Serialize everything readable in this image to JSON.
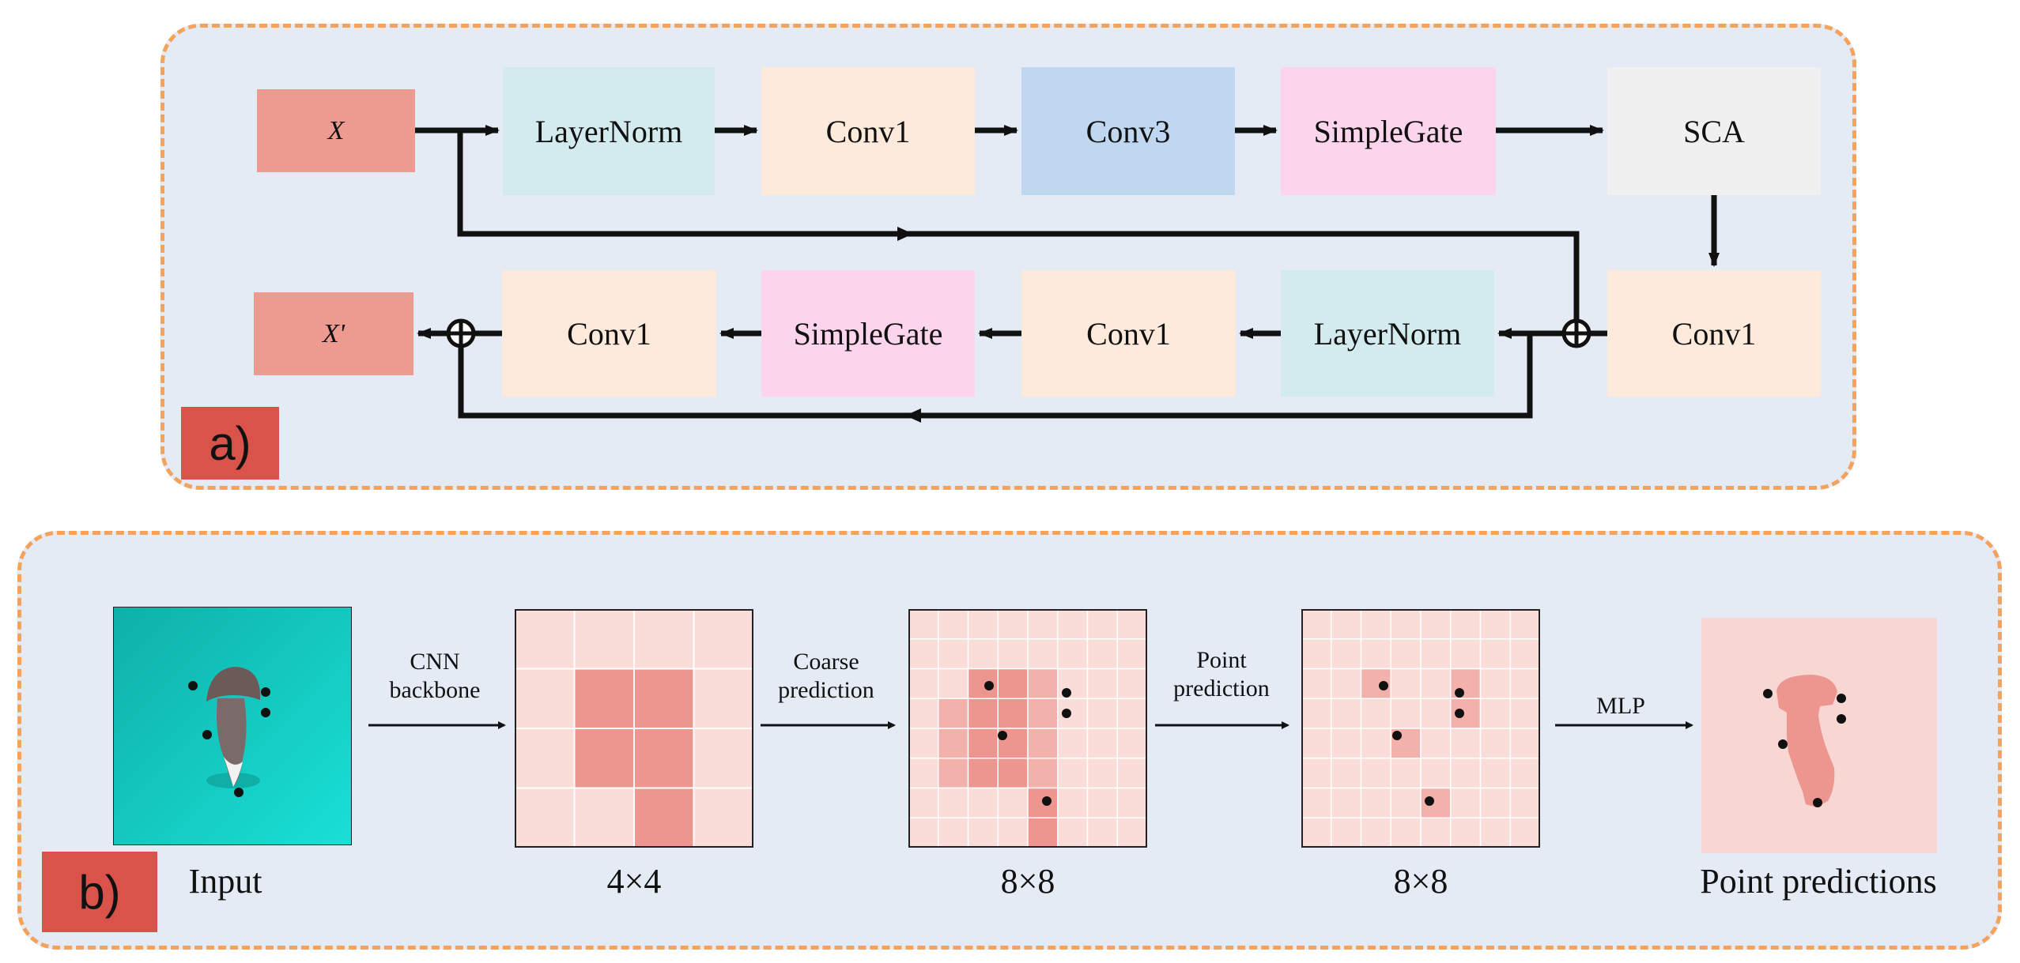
{
  "panel_a": {
    "tag": "a)",
    "top_row": {
      "input": "X",
      "layernorm": "LayerNorm",
      "conv1": "Conv1",
      "conv3": "Conv3",
      "simplegate": "SimpleGate",
      "sca": "SCA"
    },
    "bottom_row": {
      "output": "X'",
      "conv1_out": "Conv1",
      "simplegate": "SimpleGate",
      "conv1_mid": "Conv1",
      "layernorm": "LayerNorm",
      "conv1_right": "Conv1"
    }
  },
  "panel_b": {
    "tag": "b)",
    "arrows": {
      "cnn_backbone": "CNN\nbackbone",
      "coarse_prediction": "Coarse\nprediction",
      "point_prediction": "Point\nprediction",
      "mlp": "MLP"
    },
    "captions": {
      "input": "Input",
      "grid4": "4×4",
      "grid8a": "8×8",
      "grid8b": "8×8",
      "point_predictions": "Point predictions"
    }
  },
  "colors": {
    "panel_bg": "#e4ebf5",
    "panel_border": "#f4a25c",
    "x_box": "#ed9a90",
    "layernorm": "#d3ebee",
    "conv1": "#fdeadb",
    "conv3": "#bfd7f0",
    "simplegate": "#fcd5ec",
    "sca": "#f0f0f0",
    "tag": "#d9534a",
    "grid_light": "#fadcd8",
    "grid_dark": "#ec968f",
    "teal": "#14c9c0"
  }
}
